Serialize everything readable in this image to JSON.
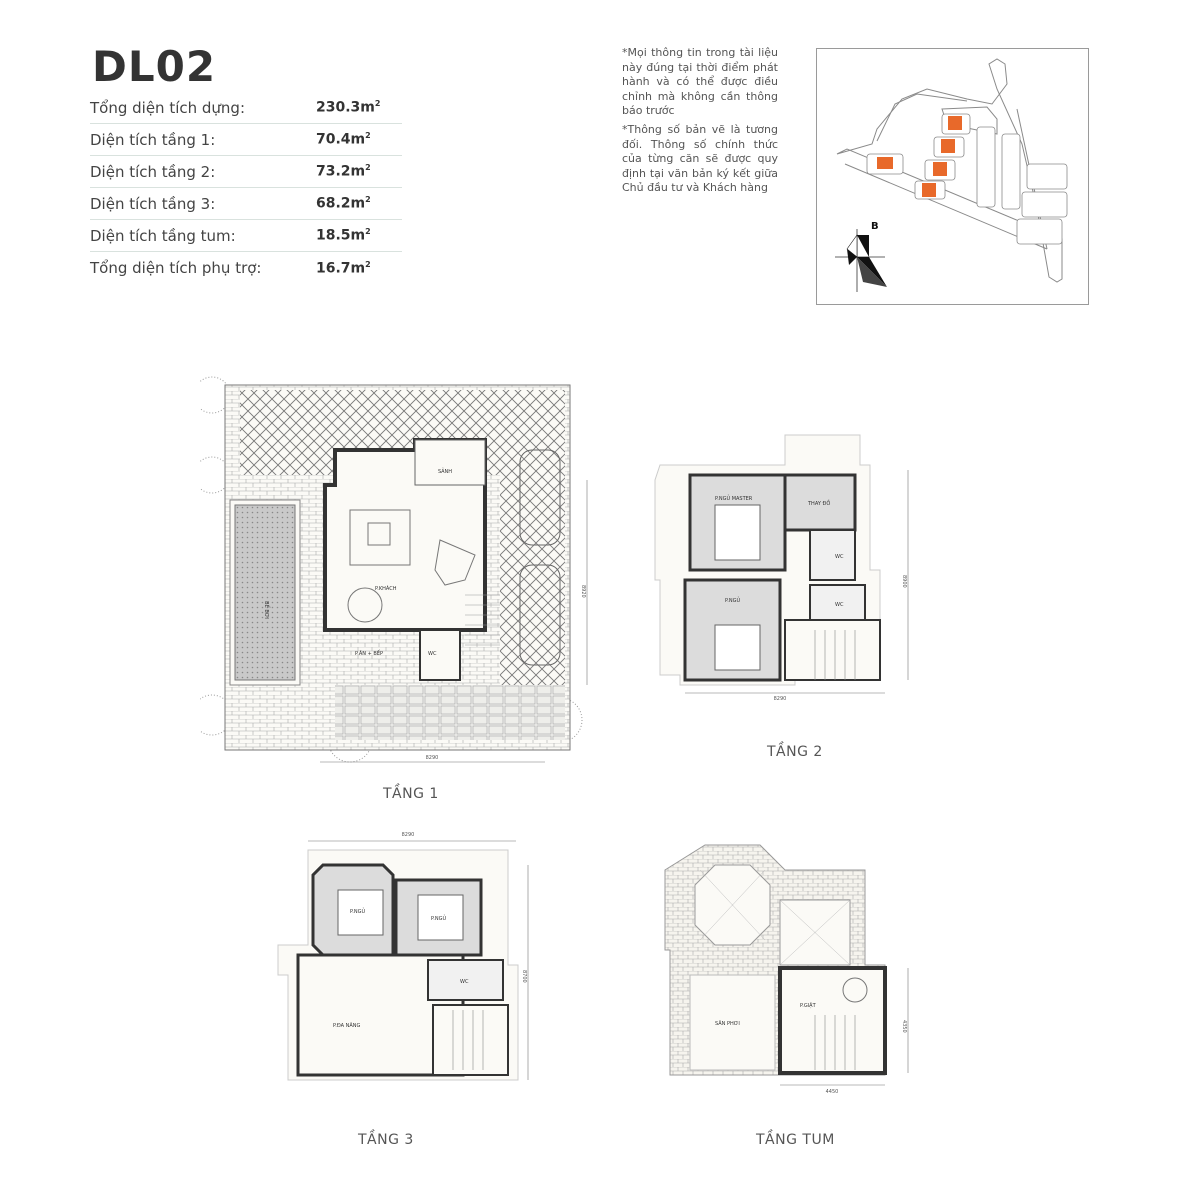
{
  "header": {
    "unit_code": "DL02"
  },
  "specs": [
    {
      "label": "Tổng diện tích dựng:",
      "value": "230.3m",
      "unit_sup": "2"
    },
    {
      "label": "Diện tích tầng 1:",
      "value": "70.4m",
      "unit_sup": "2"
    },
    {
      "label": "Diện tích tầng 2:",
      "value": "73.2m",
      "unit_sup": "2"
    },
    {
      "label": "Diện tích tầng 3:",
      "value": "68.2m",
      "unit_sup": "2"
    },
    {
      "label": "Diện tích tầng tum:",
      "value": "18.5m",
      "unit_sup": "2"
    },
    {
      "label": "Tổng diện tích phụ trợ:",
      "value": "16.7m",
      "unit_sup": "2"
    }
  ],
  "notes": [
    "*Mọi thông tin trong tài liệu này đúng tại thời điểm phát hành và có thể được điều chỉnh mà không cần thông báo trước",
    "*Thông số bản vẽ là tương đối. Thông số chính thức của từng căn sẽ được quy định tại văn bản ký kết giữa Chủ đầu tư và Khách hàng"
  ],
  "keymap": {
    "north_label": "B",
    "highlight_color": "#e8692a",
    "icon": "compass-icon"
  },
  "plans": {
    "floor1": {
      "label": "TẦNG 1",
      "rooms": {
        "sanh": "SẢNH",
        "khach": "P.KHÁCH",
        "an_bep": "P.ĂN + BẾP",
        "wc": "WC",
        "pool": "BỂ BƠI"
      },
      "dim_h": "8290",
      "dim_v": "8920"
    },
    "floor2": {
      "label": "TẦNG 2",
      "rooms": {
        "master": "P.NGỦ MASTER",
        "thay_do": "THAY ĐỒ",
        "wc1": "WC",
        "ngu": "P.NGỦ",
        "wc2": "WC"
      },
      "dim_h": "8290",
      "dim_v": "8900"
    },
    "floor3": {
      "label": "TẦNG 3",
      "rooms": {
        "ngu1": "P.NGỦ",
        "ngu2": "P.NGỦ",
        "da_nang": "P.ĐA NĂNG",
        "wc": "WC"
      },
      "dim_h": "8290",
      "dim_v": "8700"
    },
    "roof": {
      "label": "TẦNG TUM",
      "rooms": {
        "san_phoi": "SÂN PHƠI",
        "giat": "P.GIẶT"
      },
      "dim_h": "4450",
      "dim_v": "4350"
    }
  }
}
